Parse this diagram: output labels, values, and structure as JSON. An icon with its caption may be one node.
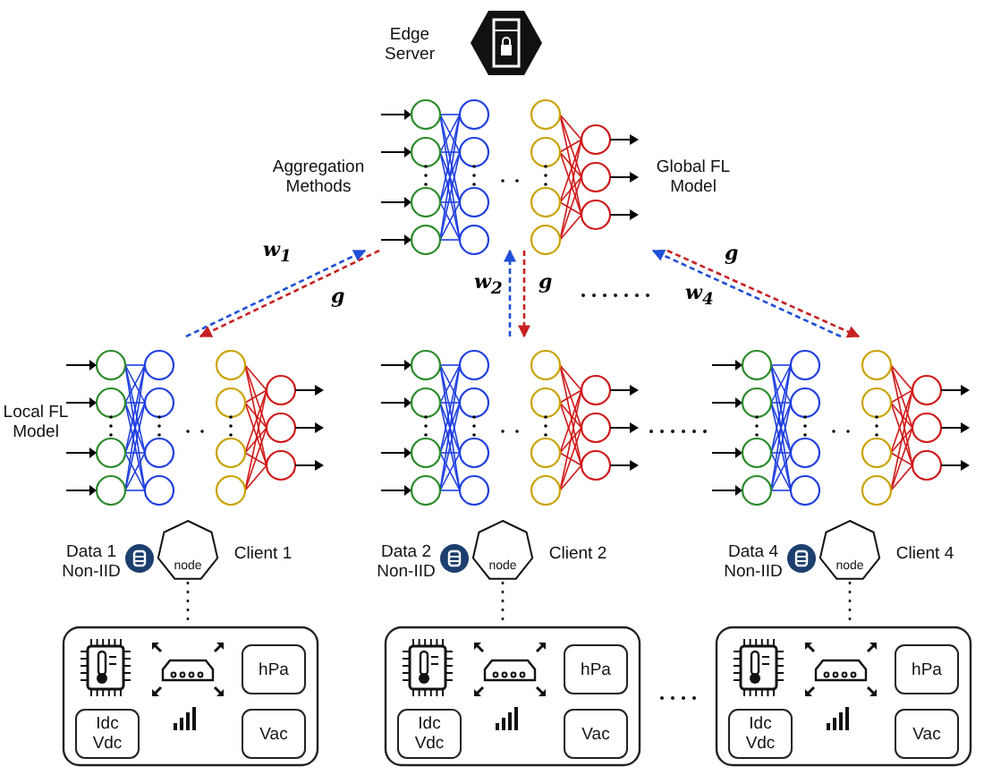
{
  "diagram": {
    "nodes": [
      {
        "text": [
          "Edge Server"
        ]
      },
      {
        "text": [
          "Aggregation Methods",
          "Global FL Model"
        ]
      },
      {
        "text": [
          "Local FL Model"
        ]
      },
      {
        "text": [],
        "shape": "network"
      },
      {
        "text": [],
        "shape": "network"
      },
      {
        "text": [
          "node"
        ],
        "beside": [
          "Data 1 Non-IID",
          "Client 1"
        ]
      },
      {
        "text": [
          "node"
        ],
        "beside": [
          "Data 2 Non-IID",
          "Client 2"
        ]
      },
      {
        "text": [
          "node"
        ],
        "beside": [
          "Data 4 Non-IID",
          "Client 4"
        ]
      },
      {
        "text": [],
        "shape": "box"
      },
      {
        "text": [
          "hPa"
        ],
        "in": 8
      },
      {
        "text": [
          "Idc Vdc"
        ],
        "in": 8
      },
      {
        "text": [
          "Vac"
        ],
        "in": 8
      },
      {
        "text": [],
        "shape": "box"
      },
      {
        "text": [
          "hPa"
        ],
        "in": 12
      },
      {
        "text": [
          "Idc Vdc"
        ],
        "in": 12
      },
      {
        "text": [
          "Vac"
        ],
        "in": 12
      },
      {
        "text": [],
        "shape": "box"
      },
      {
        "text": [
          "hPa"
        ],
        "in": 16
      },
      {
        "text": [
          "Idc Vdc"
        ],
        "in": 16
      },
      {
        "text": [
          "Vac"
        ],
        "in": 16
      }
    ],
    "edges": [
      {
        "from": 2,
        "to": 1,
        "arrow": "to",
        "label": "w$_{1}$",
        "style": "dashed",
        "color": "#1f4fd8"
      },
      {
        "from": 1,
        "to": 2,
        "arrow": "to",
        "label": "g",
        "style": "dashed",
        "color": "#c62020"
      },
      {
        "from": 3,
        "to": 1,
        "arrow": "to",
        "label": "w$_{2}$",
        "style": "dashed",
        "color": "#1f4fd8"
      },
      {
        "from": 1,
        "to": 3,
        "arrow": "to",
        "label": "g",
        "style": "dashed",
        "color": "#c62020"
      },
      {
        "from": 4,
        "to": 1,
        "arrow": "to",
        "label": "w$_{4}$",
        "style": "dashed",
        "color": "#1f4fd8"
      },
      {
        "from": 1,
        "to": 4,
        "arrow": "to",
        "label": "g",
        "style": "dashed",
        "color": "#c62020"
      },
      {
        "from": 5,
        "to": 8,
        "arrow": "none",
        "style": "dashed",
        "color": "#222222"
      },
      {
        "from": 6,
        "to": 12,
        "arrow": "none",
        "style": "dashed",
        "color": "#222222"
      },
      {
        "from": 7,
        "to": 16,
        "arrow": "none",
        "style": "dashed",
        "color": "#222222"
      }
    ]
  }
}
